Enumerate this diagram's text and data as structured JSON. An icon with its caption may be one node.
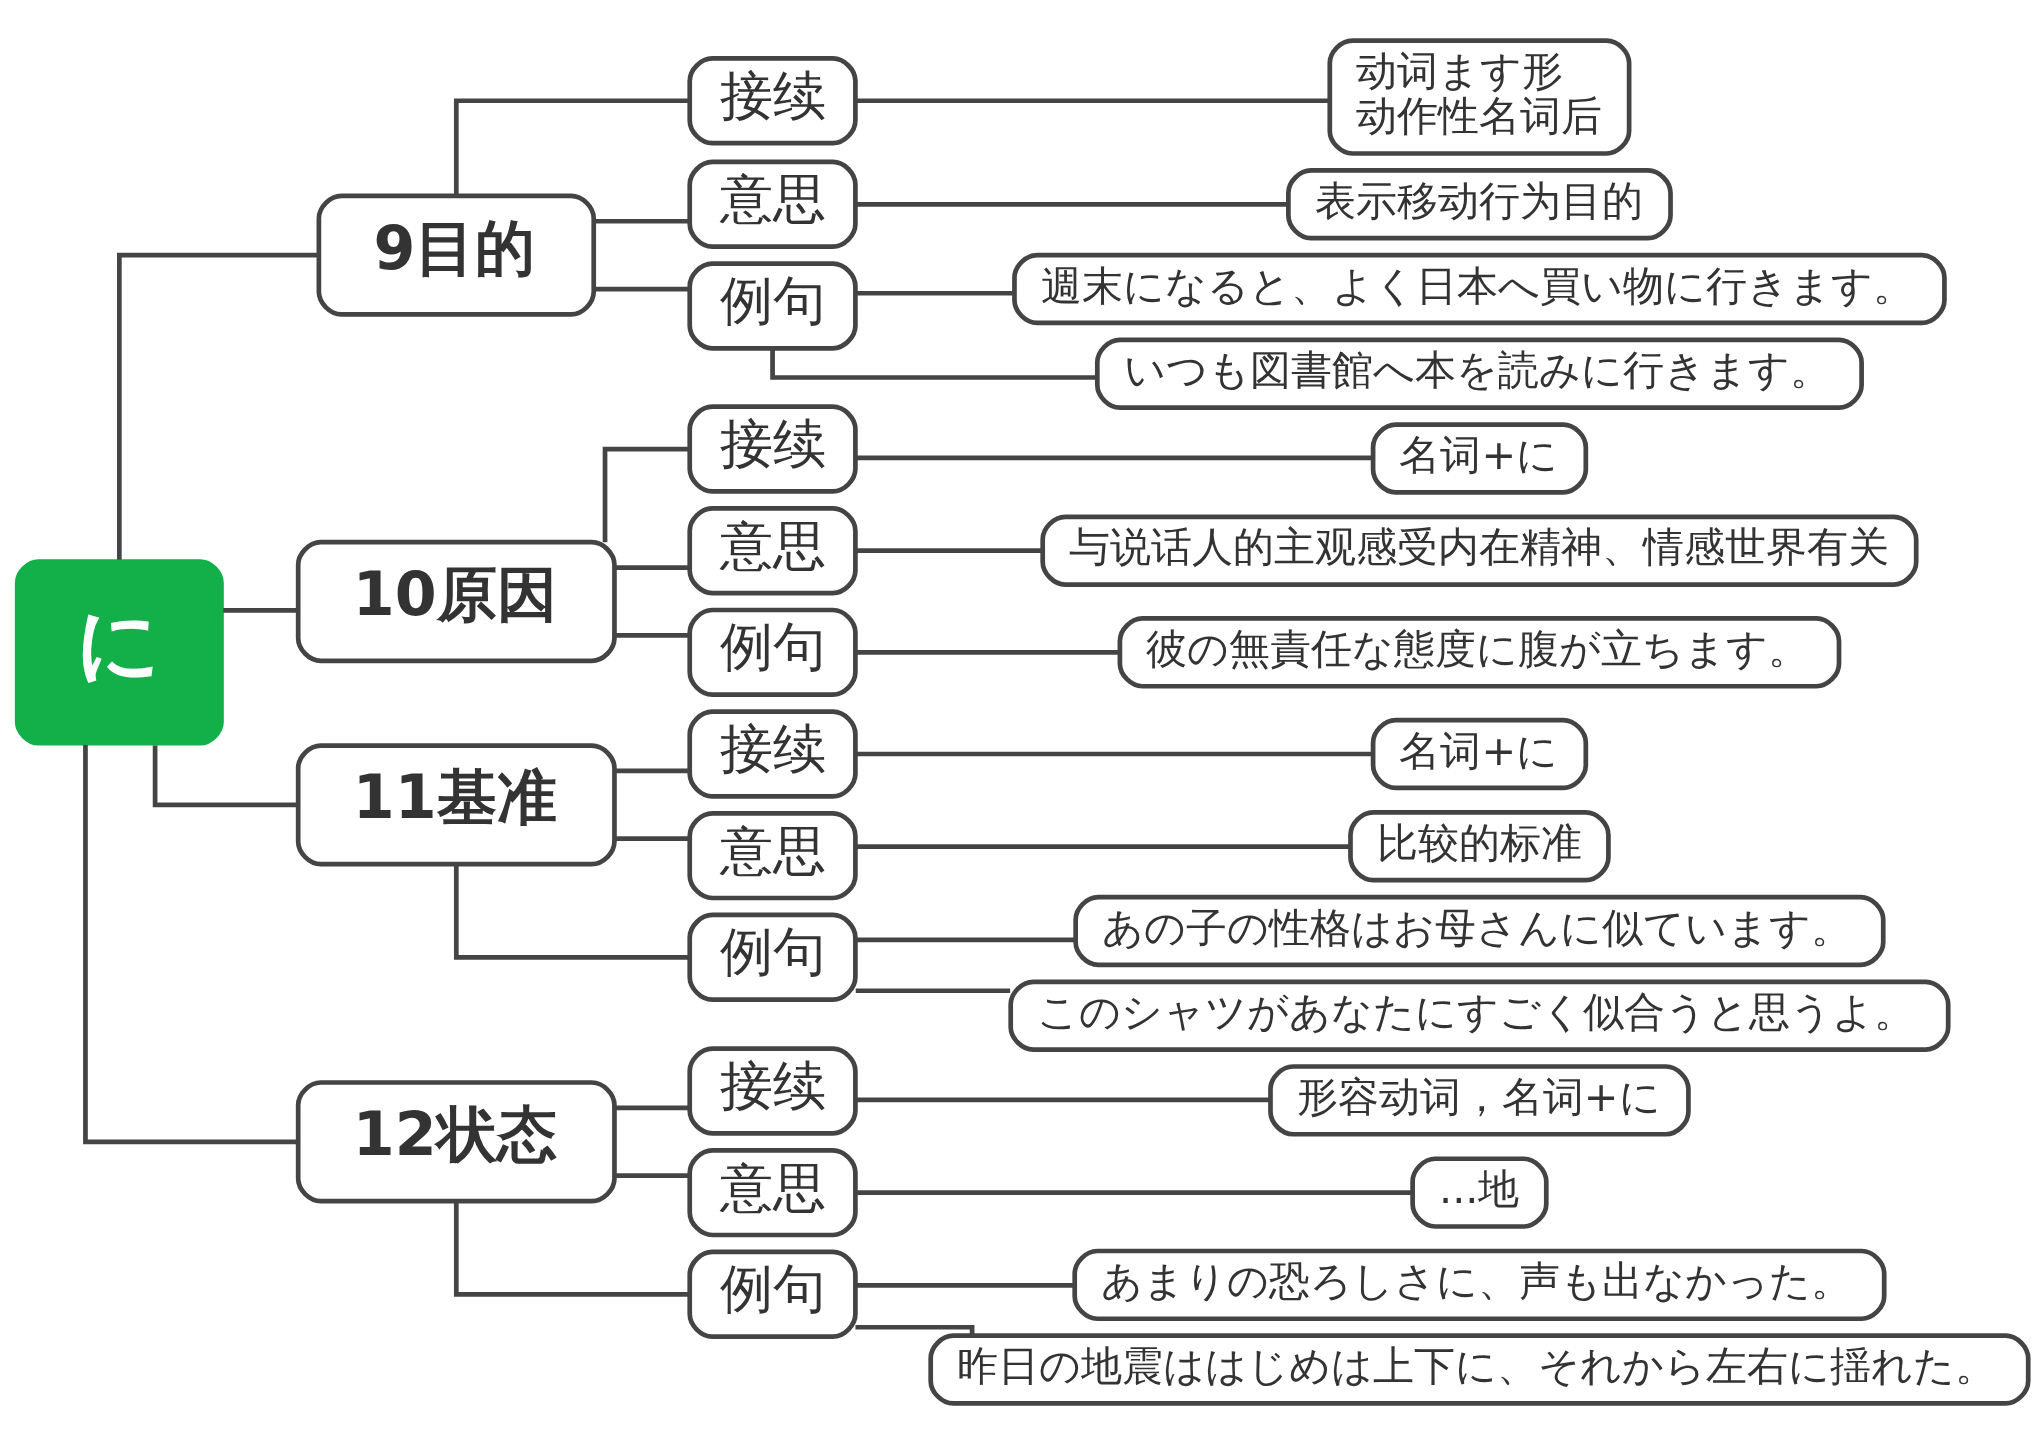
{
  "diagram": {
    "nodes": [
      {
        "text": [
          "に"
        ]
      },
      {
        "text": [
          "9目的"
        ]
      },
      {
        "text": [
          "接续"
        ]
      },
      {
        "text": [
          "动词ます形",
          "动作性名词后"
        ]
      },
      {
        "text": [
          "意思"
        ]
      },
      {
        "text": [
          "表示移动行为目的"
        ]
      },
      {
        "text": [
          "例句"
        ]
      },
      {
        "text": [
          "週末になると、よく日本へ買い物に行きます。"
        ]
      },
      {
        "text": [
          "いつも図書館へ本を読みに行きます。"
        ]
      },
      {
        "text": [
          "10原因"
        ]
      },
      {
        "text": [
          "接续"
        ]
      },
      {
        "text": [
          "名词+に"
        ]
      },
      {
        "text": [
          "意思"
        ]
      },
      {
        "text": [
          "与说话人的主观感受内在精神、情感世界有关"
        ]
      },
      {
        "text": [
          "例句"
        ]
      },
      {
        "text": [
          "彼の無責任な態度に腹が立ちます。"
        ]
      },
      {
        "text": [
          "11基准"
        ]
      },
      {
        "text": [
          "接续"
        ]
      },
      {
        "text": [
          "名词+に"
        ]
      },
      {
        "text": [
          "意思"
        ]
      },
      {
        "text": [
          "比较的标准"
        ]
      },
      {
        "text": [
          "例句"
        ]
      },
      {
        "text": [
          "あの子の性格はお母さんに似ています。"
        ]
      },
      {
        "text": [
          "このシャツがあなたにすごく似合うと思うよ。"
        ]
      },
      {
        "text": [
          "12状态"
        ]
      },
      {
        "text": [
          "接续"
        ]
      },
      {
        "text": [
          "形容动词，名词+に"
        ]
      },
      {
        "text": [
          "意思"
        ]
      },
      {
        "text": [
          "...地"
        ]
      },
      {
        "text": [
          "例句"
        ]
      },
      {
        "text": [
          "あまりの恐ろしさに、声も出なかった。"
        ]
      },
      {
        "text": [
          "昨日の地震ははじめは上下に、それから左右に揺れた。"
        ]
      }
    ],
    "edges": [
      {
        "from": 0,
        "to": 1,
        "arrow": "none"
      },
      {
        "from": 1,
        "to": 2,
        "arrow": "none"
      },
      {
        "from": 2,
        "to": 3,
        "arrow": "none"
      },
      {
        "from": 1,
        "to": 4,
        "arrow": "none"
      },
      {
        "from": 4,
        "to": 5,
        "arrow": "none"
      },
      {
        "from": 1,
        "to": 6,
        "arrow": "none"
      },
      {
        "from": 6,
        "to": 7,
        "arrow": "none"
      },
      {
        "from": 6,
        "to": 8,
        "arrow": "none"
      },
      {
        "from": 0,
        "to": 9,
        "arrow": "none"
      },
      {
        "from": 9,
        "to": 10,
        "arrow": "none"
      },
      {
        "from": 10,
        "to": 11,
        "arrow": "none"
      },
      {
        "from": 9,
        "to": 12,
        "arrow": "none"
      },
      {
        "from": 12,
        "to": 13,
        "arrow": "none"
      },
      {
        "from": 9,
        "to": 14,
        "arrow": "none"
      },
      {
        "from": 14,
        "to": 15,
        "arrow": "none"
      },
      {
        "from": 0,
        "to": 16,
        "arrow": "none"
      },
      {
        "from": 16,
        "to": 17,
        "arrow": "none"
      },
      {
        "from": 17,
        "to": 18,
        "arrow": "none"
      },
      {
        "from": 16,
        "to": 19,
        "arrow": "none"
      },
      {
        "from": 19,
        "to": 20,
        "arrow": "none"
      },
      {
        "from": 16,
        "to": 21,
        "arrow": "none"
      },
      {
        "from": 21,
        "to": 22,
        "arrow": "none"
      },
      {
        "from": 21,
        "to": 23,
        "arrow": "none"
      },
      {
        "from": 0,
        "to": 24,
        "arrow": "none"
      },
      {
        "from": 24,
        "to": 25,
        "arrow": "none"
      },
      {
        "from": 25,
        "to": 26,
        "arrow": "none"
      },
      {
        "from": 24,
        "to": 27,
        "arrow": "none"
      },
      {
        "from": 27,
        "to": 28,
        "arrow": "none"
      },
      {
        "from": 24,
        "to": 29,
        "arrow": "none"
      },
      {
        "from": 29,
        "to": 30,
        "arrow": "none"
      },
      {
        "from": 29,
        "to": 31,
        "arrow": "none"
      }
    ]
  }
}
